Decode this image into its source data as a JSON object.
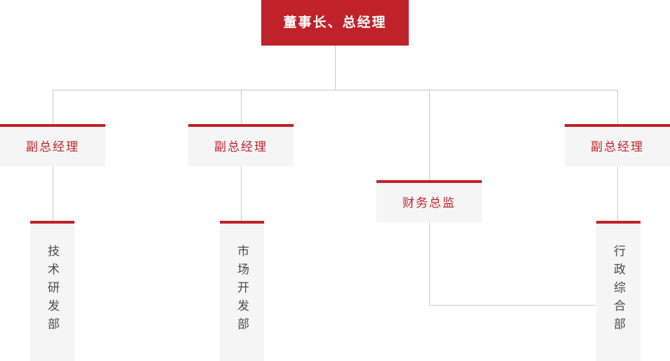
{
  "chart": {
    "type": "org-chart",
    "title": "",
    "colors": {
      "accent_red": "#bf2229",
      "node_background": "#f5f5f5",
      "connector_line": "#c8c8c8",
      "root_text": "#ffffff",
      "manager_text": "#bf2229",
      "department_text": "#4a4a4a",
      "page_background": "#ffffff"
    },
    "root": {
      "label": "董事长、总经理",
      "level": 0
    },
    "level_two": [
      {
        "label": "副总经理",
        "id": "vp-1"
      },
      {
        "label": "副总经理",
        "id": "vp-2"
      },
      {
        "label": "财务总监",
        "id": "cfo"
      },
      {
        "label": "副总经理",
        "id": "vp-3"
      }
    ],
    "level_three": [
      {
        "label": "技术研发部",
        "id": "dept-rd",
        "parent": "vp-1"
      },
      {
        "label": "市场开发部",
        "id": "dept-market",
        "parent": "vp-2"
      },
      {
        "label": "行政综合部",
        "id": "dept-admin",
        "parent": "vp-3"
      }
    ]
  }
}
